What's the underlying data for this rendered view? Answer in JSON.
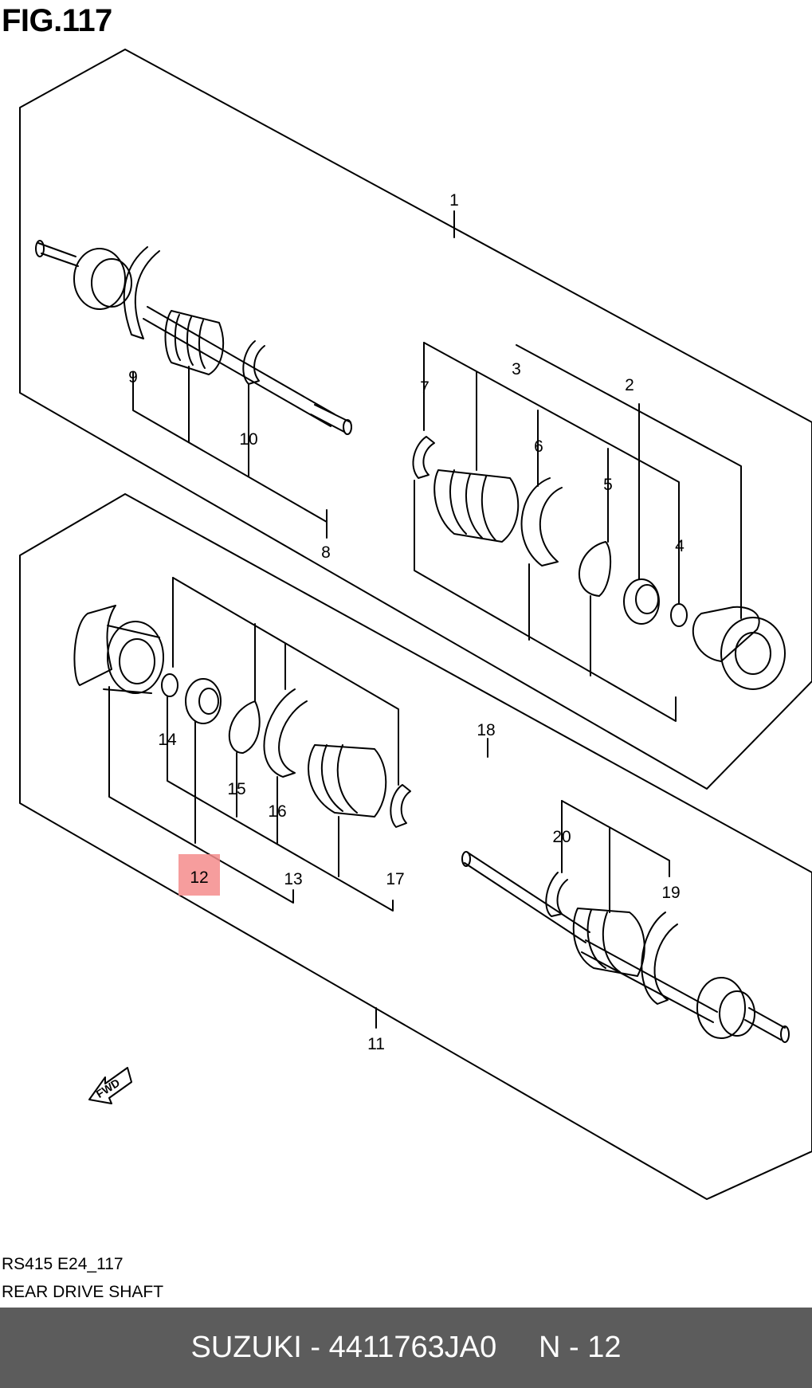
{
  "figure": {
    "title": "FIG.117",
    "caption_code": "RS415 E24_117",
    "caption_name": "REAR DRIVE SHAFT",
    "fwd_label": "FWD",
    "highlight_color": "#f48c8c"
  },
  "callouts": [
    "1",
    "2",
    "3",
    "4",
    "5",
    "6",
    "7",
    "8",
    "9",
    "10",
    "11",
    "12",
    "13",
    "14",
    "15",
    "16",
    "17",
    "18",
    "19",
    "20"
  ],
  "highlighted_callout": "12",
  "footer": {
    "brand_part": "SUZUKI - 4411763JA0",
    "ref": "N - 12",
    "background": "#5c5c5c"
  }
}
